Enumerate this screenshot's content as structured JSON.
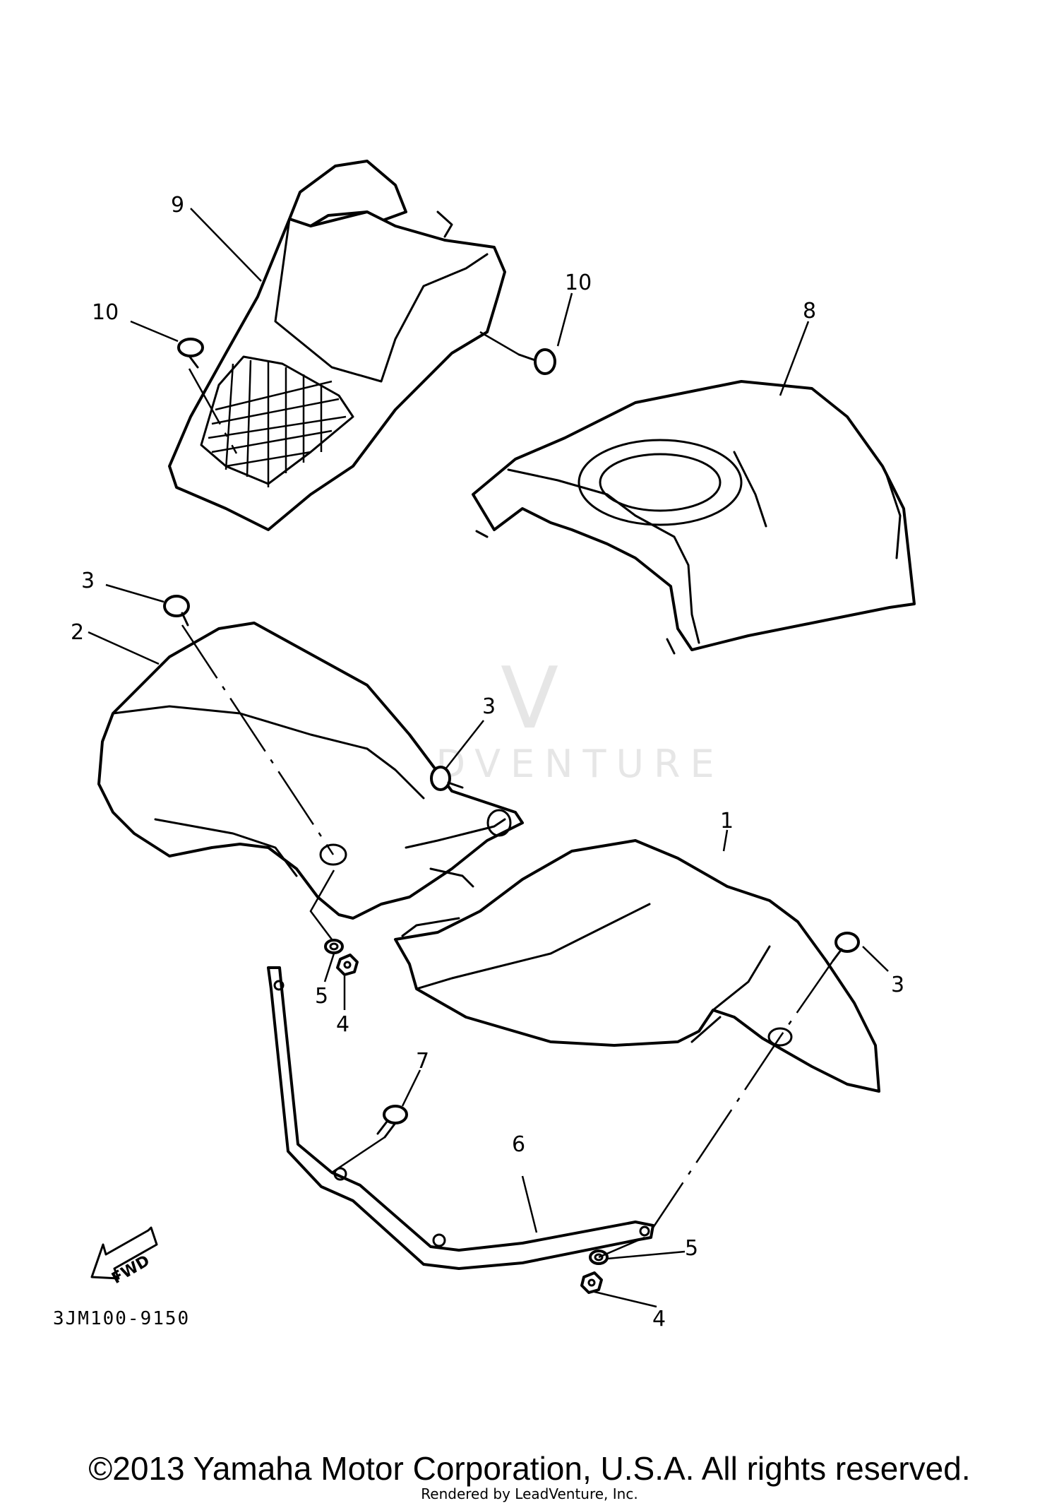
{
  "diagram": {
    "code": "3JM100-9150",
    "fwd_label": "FWD",
    "callouts": [
      "1",
      "2",
      "3",
      "3",
      "3",
      "4",
      "4",
      "5",
      "5",
      "6",
      "7",
      "8",
      "9",
      "10",
      "10"
    ]
  },
  "watermark": {
    "mark": "V",
    "text": "LEADVENTURE"
  },
  "footer": {
    "copyright": "©2013 Yamaha Motor Corporation, U.S.A. All rights reserved.",
    "rendered_by": "Rendered by LeadVenture, Inc."
  }
}
